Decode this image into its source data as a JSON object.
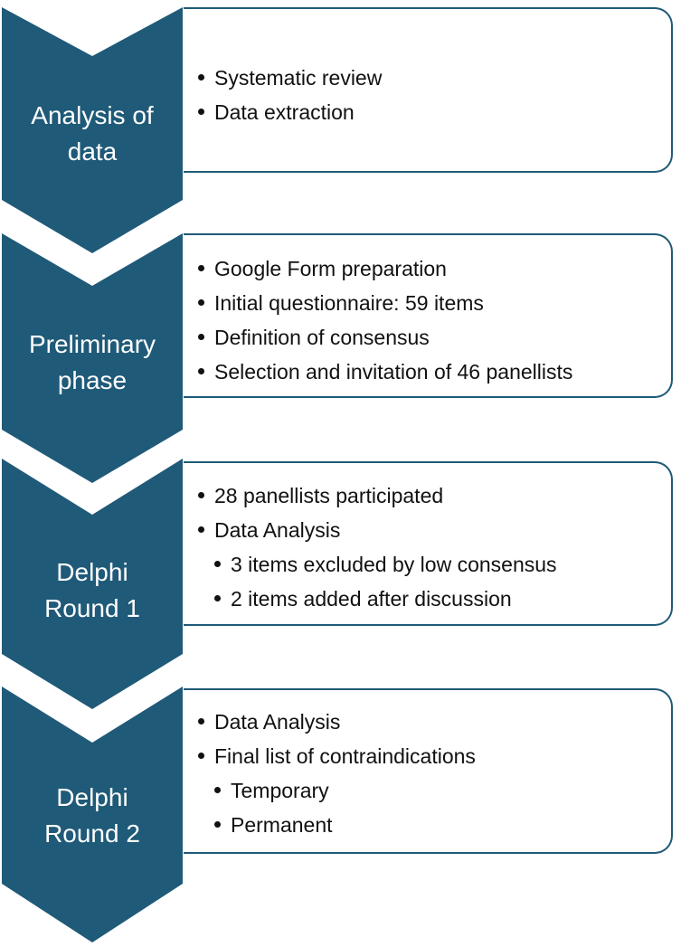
{
  "colors": {
    "chevron": "#1f5a78",
    "border": "#1f5a78",
    "label_text": "#ffffff",
    "bullet_text": "#111111"
  },
  "stages": [
    {
      "label_lines": [
        "Analysis of",
        "data"
      ],
      "items": [
        {
          "text": "Systematic review",
          "level": 1
        },
        {
          "text": "Data extraction",
          "level": 1
        }
      ]
    },
    {
      "label_lines": [
        "Preliminary",
        "phase"
      ],
      "items": [
        {
          "text": "Google Form preparation",
          "level": 1
        },
        {
          "text": "Initial questionnaire: 59 items",
          "level": 1
        },
        {
          "text": "Definition of consensus",
          "level": 1
        },
        {
          "text": "Selection and invitation of 46 panellists",
          "level": 1
        }
      ]
    },
    {
      "label_lines": [
        "Delphi",
        "Round 1"
      ],
      "items": [
        {
          "text": "28 panellists participated",
          "level": 1
        },
        {
          "text": "Data Analysis",
          "level": 1
        },
        {
          "text": "3 items excluded by low consensus",
          "level": 2
        },
        {
          "text": "2 items added after discussion",
          "level": 2
        }
      ]
    },
    {
      "label_lines": [
        "Delphi",
        "Round 2"
      ],
      "items": [
        {
          "text": "Data Analysis",
          "level": 1
        },
        {
          "text": "Final list of contraindications",
          "level": 1
        },
        {
          "text": "Temporary",
          "level": 2
        },
        {
          "text": "Permanent",
          "level": 2
        }
      ]
    }
  ]
}
